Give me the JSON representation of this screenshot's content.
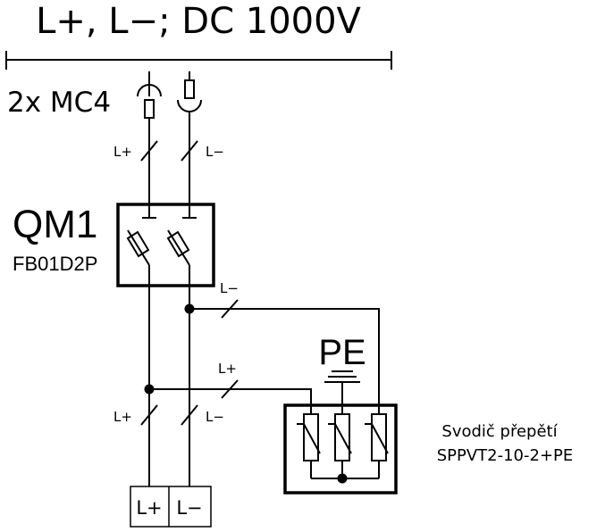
{
  "bus": {
    "label": "L+, L−; DC 1000V"
  },
  "connector": {
    "label": "2x MC4"
  },
  "qm1": {
    "name": "QM1",
    "type": "FB01D2P"
  },
  "wires": {
    "lplus_top": "L+",
    "lminus_top": "L−",
    "lminus_branch": "L−",
    "lplus_branch": "L+",
    "lplus_bottom": "L+",
    "lminus_bottom": "L−"
  },
  "pe": {
    "label": "PE"
  },
  "spd": {
    "title": "Svodič přepětí",
    "type": "SPPVT2-10-2+PE"
  },
  "terminals": {
    "plus": "L+",
    "minus": "L−"
  },
  "colors": {
    "line": "#000000",
    "background": "#ffffff"
  }
}
